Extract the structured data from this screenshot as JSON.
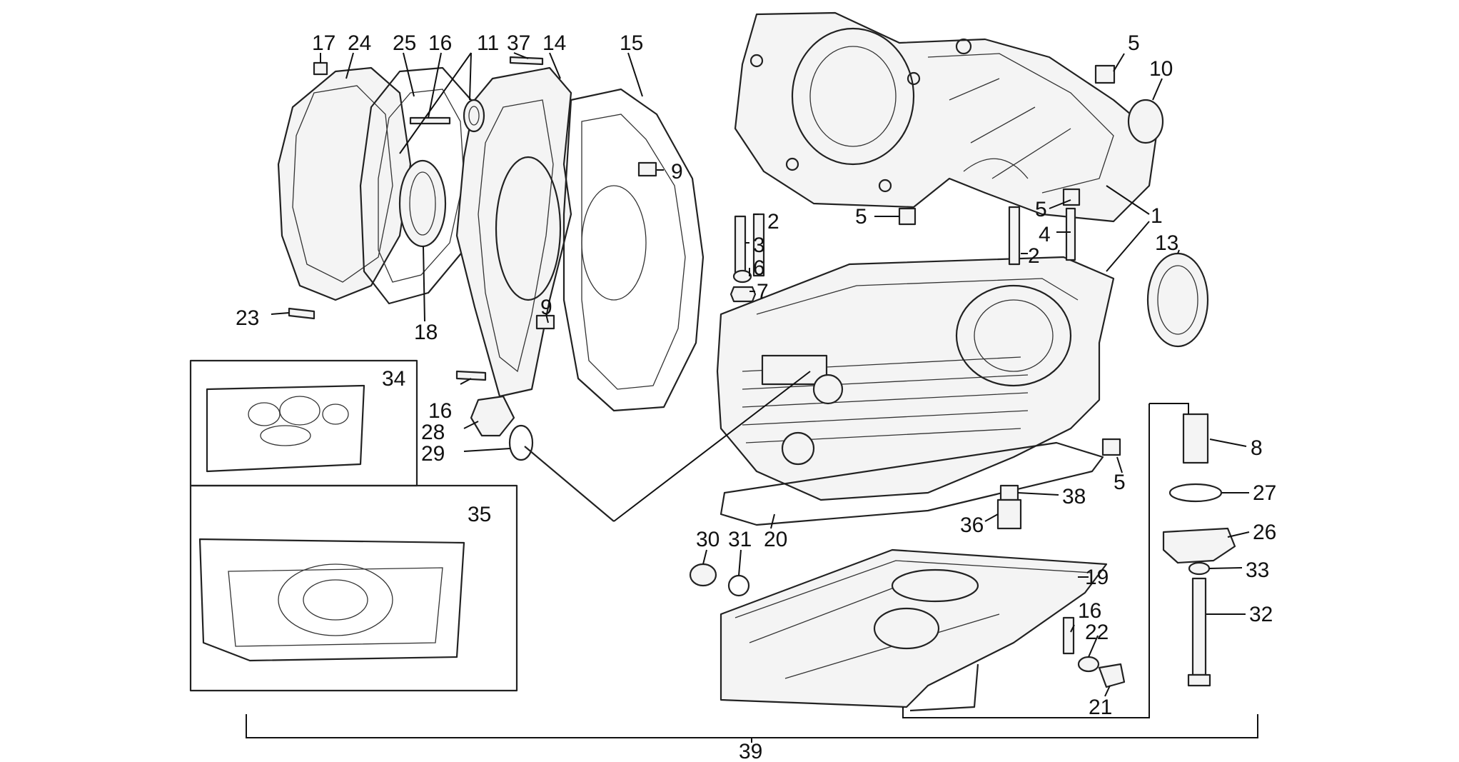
{
  "callouts": {
    "c17": "17",
    "c24": "24",
    "c25": "25",
    "c16a": "16",
    "c11": "11",
    "c37": "37",
    "c14": "14",
    "c15": "15",
    "c9a": "9",
    "c9b": "9",
    "c18": "18",
    "c23": "23",
    "c5a": "5",
    "c10": "10",
    "c1": "1",
    "c5b": "5",
    "c4": "4",
    "c2a": "2",
    "c5c": "5",
    "c2b": "2",
    "c3": "3",
    "c6": "6",
    "c7": "7",
    "c13": "13",
    "c34": "34",
    "c16b": "16",
    "c28": "28",
    "c29": "29",
    "c35": "35",
    "c8": "8",
    "c5d": "5",
    "c27": "27",
    "c38": "38",
    "c36": "36",
    "c26": "26",
    "c30": "30",
    "c31": "31",
    "c20": "20",
    "c19": "19",
    "c33": "33",
    "c16c": "16",
    "c32": "32",
    "c22": "22",
    "c21": "21",
    "c39": "39"
  }
}
